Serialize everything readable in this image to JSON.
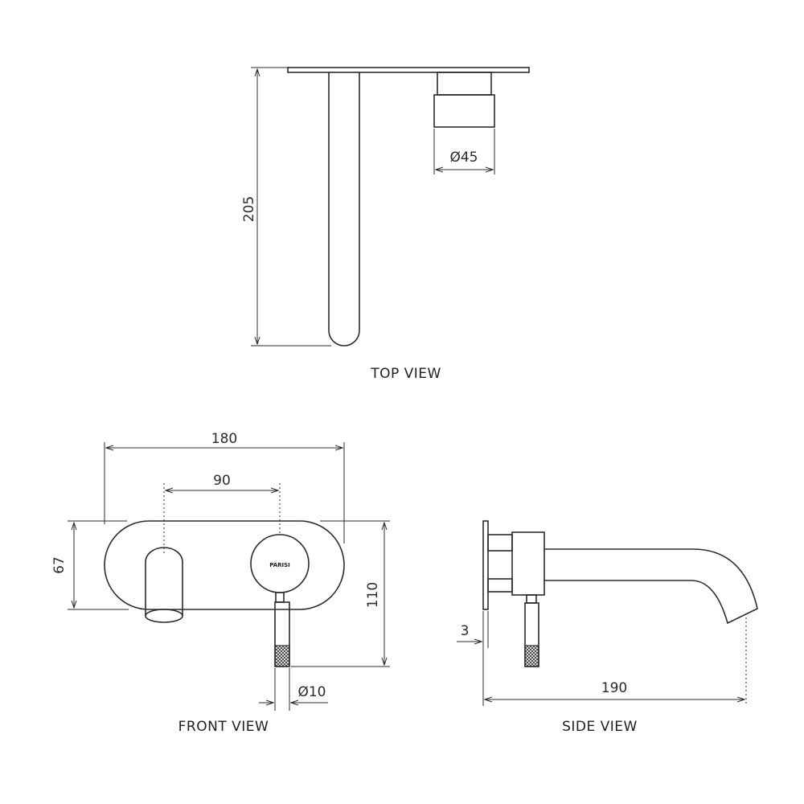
{
  "views": {
    "top": "TOP VIEW",
    "front": "FRONT VIEW",
    "side": "SIDE VIEW"
  },
  "dimensions": {
    "top_spout_length": "205",
    "top_handle_diameter": "Ø45",
    "front_plate_width": "180",
    "front_centres": "90",
    "front_spout_height": "67",
    "front_plate_height": "110",
    "front_lever_diameter": "Ø10",
    "side_plate_thickness": "3",
    "side_projection": "190"
  },
  "brand": "PARISI",
  "colors": {
    "line": "#2b2b2b",
    "background": "#ffffff"
  }
}
